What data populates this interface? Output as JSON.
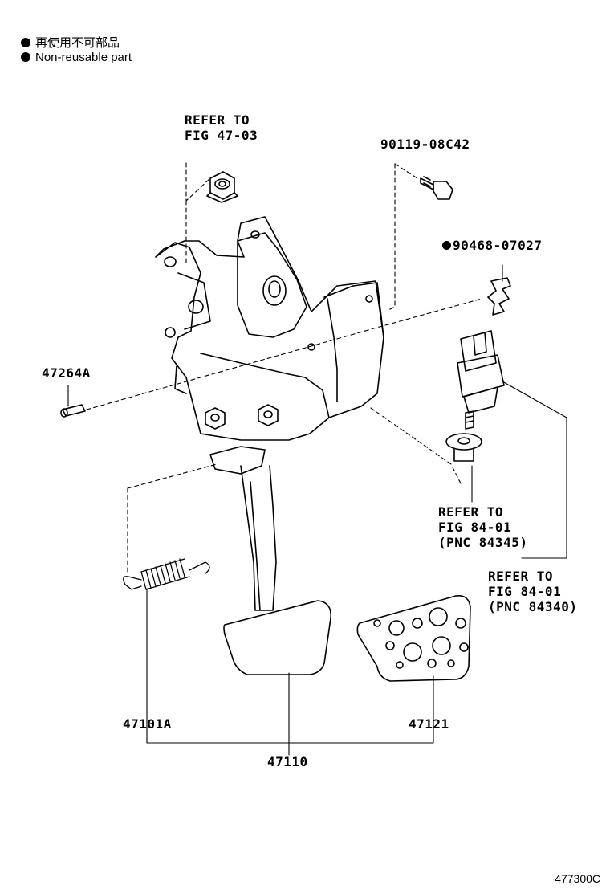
{
  "legend": {
    "jp": "再使用不可部品",
    "en": "Non-reusable part"
  },
  "labels": {
    "refer_fig_4703": [
      "REFER TO",
      "FIG 47-03"
    ],
    "bolt": "90119-08C42",
    "clip": "90468-07027",
    "pin": "47264A",
    "refer_84345": [
      "REFER TO",
      "FIG 84-01",
      "(PNC 84345)"
    ],
    "refer_84340": [
      "REFER TO",
      "FIG 84-01",
      "(PNC 84340)"
    ],
    "spring": "47101A",
    "pad": "47121",
    "pedal_assy": "47110"
  },
  "figure_code": "477300C"
}
